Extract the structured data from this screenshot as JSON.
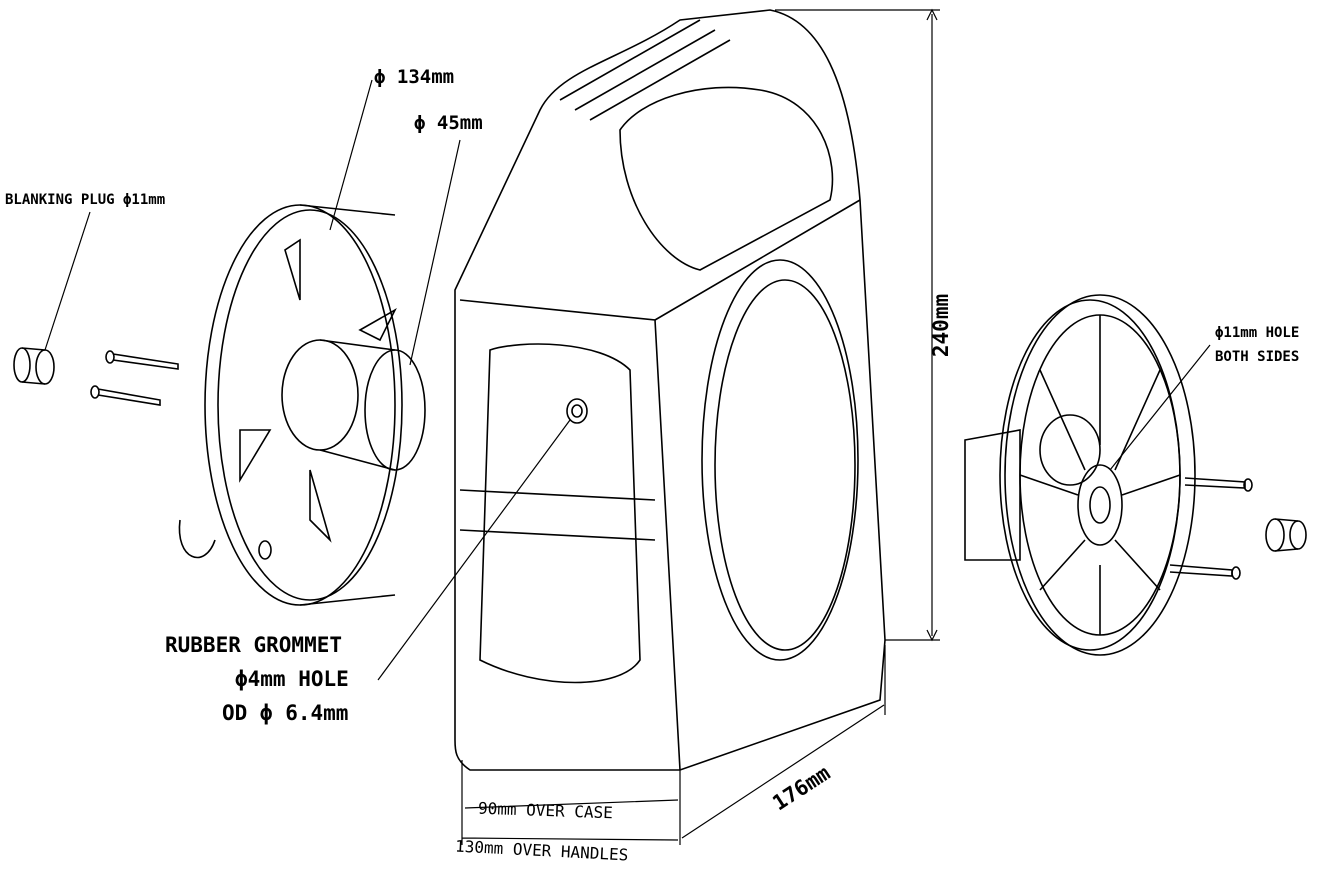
{
  "labels": {
    "outer_diameter": "ϕ 134mm",
    "hub_diameter": "ϕ 45mm",
    "blanking_plug": "BLANKING PLUG ϕ11mm",
    "grommet_line1": "RUBBER GROMMET",
    "grommet_line2": "ϕ4mm HOLE",
    "grommet_line3": "OD ϕ 6.4mm",
    "height": "240mm",
    "hole_line1": "ϕ11mm HOLE",
    "hole_line2": "BOTH SIDES",
    "depth": "176mm",
    "width_case": "90mm OVER CASE",
    "width_handles": "130mm OVER HANDLES"
  }
}
